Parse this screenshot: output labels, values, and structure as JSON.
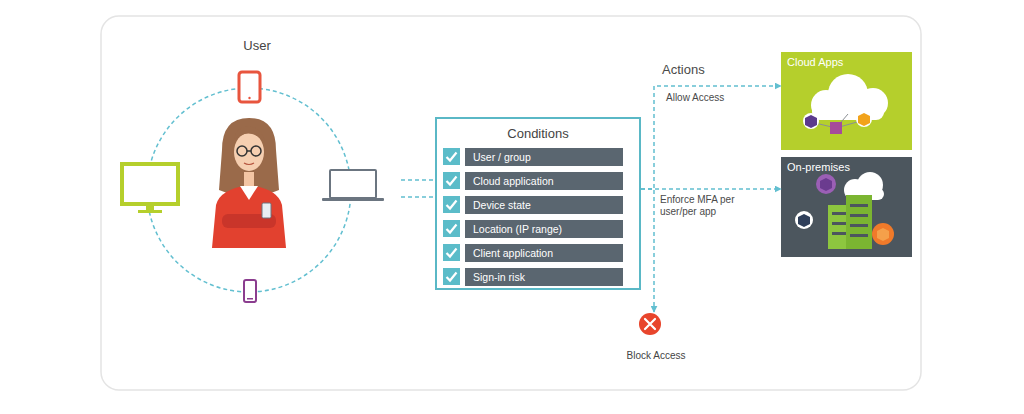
{
  "diagram": {
    "nodes": [
      {
        "text": [
          "User"
        ]
      },
      {
        "text": [
          "Conditions"
        ]
      },
      {
        "text": [
          "User / group"
        ],
        "in": 1
      },
      {
        "text": [
          "Cloud application"
        ],
        "in": 1
      },
      {
        "text": [
          "Device state"
        ],
        "in": 1
      },
      {
        "text": [
          "Location (IP range)"
        ],
        "in": 1
      },
      {
        "text": [
          "Client application"
        ],
        "in": 1
      },
      {
        "text": [
          "Sign-in risk"
        ],
        "in": 1
      },
      {
        "text": [
          "Cloud Apps"
        ]
      },
      {
        "text": [
          "On-premises"
        ]
      },
      {
        "text": [
          "Block Access"
        ]
      }
    ],
    "edges": [
      {
        "from": 0,
        "to": 1,
        "arrow": "none"
      },
      {
        "from": 0,
        "to": 1,
        "arrow": "none"
      },
      {
        "from": 1,
        "to": 8,
        "label": "Allow Access",
        "arrow": "to"
      },
      {
        "from": 1,
        "to": 9,
        "label": "Enforce MFA per user/per app",
        "arrow": "to"
      },
      {
        "from": 1,
        "to": 10,
        "arrow": "to"
      }
    ],
    "labels": [
      "Actions"
    ]
  }
}
